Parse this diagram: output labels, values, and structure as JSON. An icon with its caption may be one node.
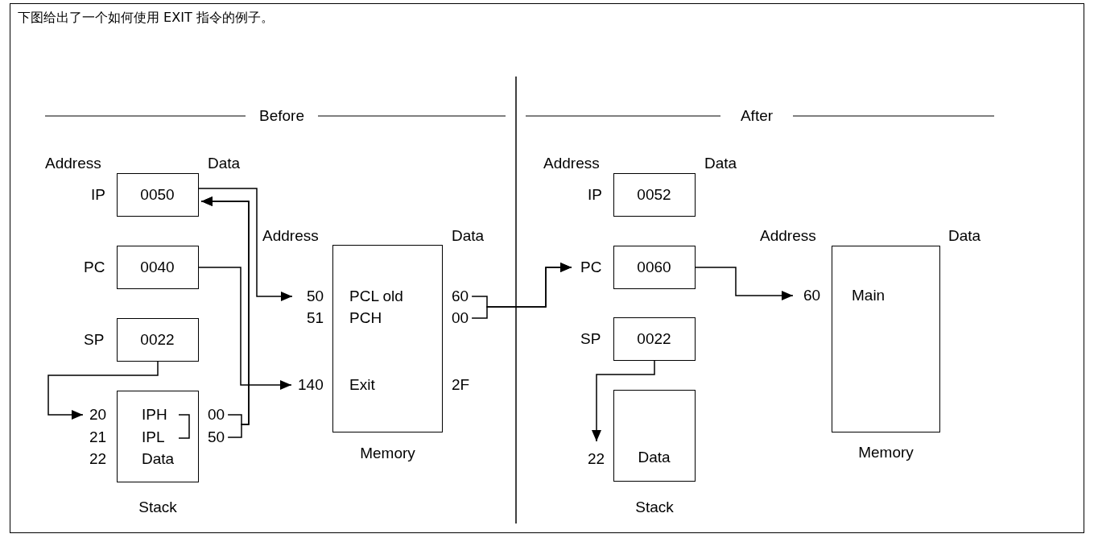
{
  "diagram": {
    "title": "下图给出了一个如何使用 EXIT 指令的例子。",
    "nodes": [
      {
        "text": [
          "0050"
        ],
        "beside": [
          "IP"
        ]
      },
      {
        "text": [
          "0040"
        ],
        "beside": [
          "PC"
        ]
      },
      {
        "text": [
          "0022"
        ],
        "beside": [
          "SP"
        ]
      },
      {
        "text": [
          "IPH",
          "IPL",
          "Data"
        ],
        "beside": [
          "Stack"
        ]
      },
      {
        "text": [
          "20"
        ]
      },
      {
        "text": [
          "00"
        ]
      },
      {
        "text": [
          "50"
        ]
      },
      {
        "text": [
          "PCL old",
          "PCH",
          "Exit"
        ],
        "beside": [
          "Memory"
        ]
      },
      {
        "text": [
          "50"
        ]
      },
      {
        "text": [
          "140"
        ]
      },
      {
        "text": [
          "60"
        ]
      },
      {
        "text": [
          "00"
        ]
      },
      {
        "text": [
          "0052"
        ],
        "beside": [
          "IP"
        ]
      },
      {
        "text": [
          "0060"
        ],
        "beside": [
          "PC"
        ]
      },
      {
        "text": [
          "0022"
        ],
        "beside": [
          "SP"
        ]
      },
      {
        "text": [
          "Data"
        ],
        "beside": [
          "Stack"
        ]
      },
      {
        "text": [
          "22"
        ]
      },
      {
        "text": [
          "Main"
        ],
        "beside": [
          "Memory"
        ]
      },
      {
        "text": [
          "60"
        ]
      }
    ],
    "edges": [
      {
        "from": 0,
        "to": 8,
        "arrow": "to"
      },
      {
        "from": 5,
        "to": 0,
        "arrow": "to"
      },
      {
        "from": 6,
        "to": 0,
        "arrow": "to"
      },
      {
        "from": 1,
        "to": 9,
        "arrow": "to"
      },
      {
        "from": 2,
        "to": 4,
        "arrow": "to"
      },
      {
        "from": 10,
        "to": 13,
        "arrow": "to"
      },
      {
        "from": 11,
        "to": 13,
        "arrow": "to"
      },
      {
        "from": 13,
        "to": 18,
        "arrow": "to"
      },
      {
        "from": 14,
        "to": 16,
        "arrow": "to"
      }
    ],
    "labels": [
      "Before",
      "After",
      "Address",
      "Data",
      "Address",
      "Data",
      "21",
      "22",
      "51",
      "2F",
      "Address",
      "Data",
      "Address",
      "Data"
    ]
  }
}
